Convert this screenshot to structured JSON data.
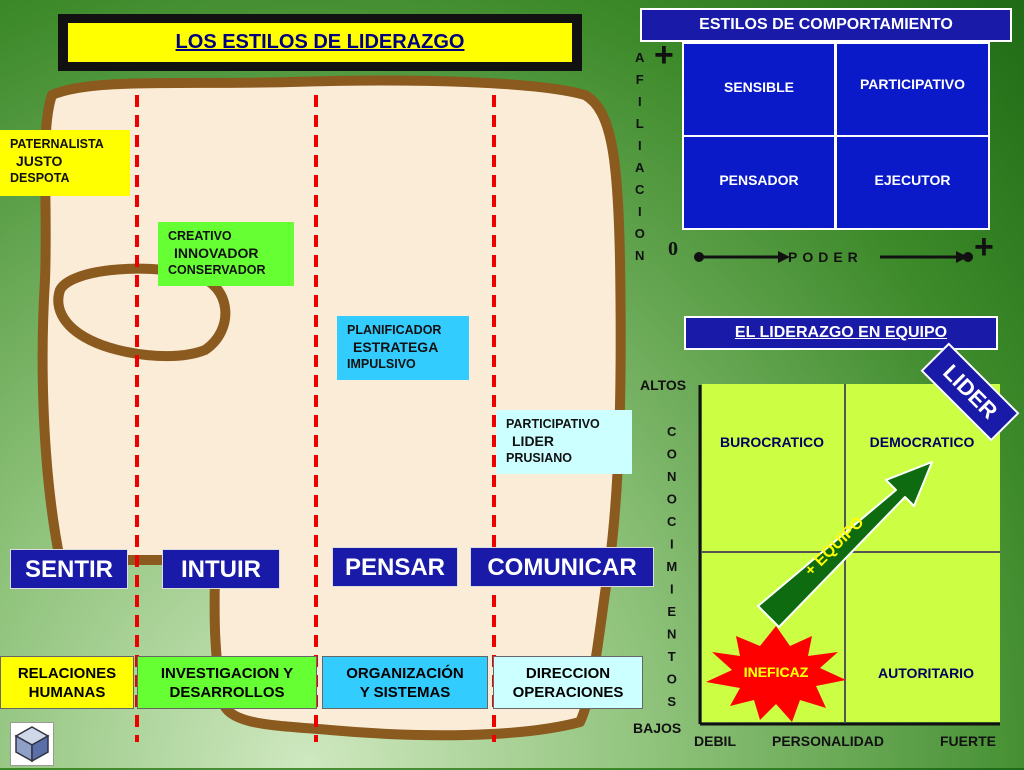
{
  "title": "LOS ESTILOS DE LIDERAZGO",
  "traits": [
    {
      "lines": [
        "PATERNALISTA",
        "JUSTO",
        "DESPOTA"
      ],
      "color": "#ffff00"
    },
    {
      "lines": [
        "CREATIVO",
        "INNOVADOR",
        "CONSERVADOR"
      ],
      "color": "#66ff33"
    },
    {
      "lines": [
        "PLANIFICADOR",
        "ESTRATEGA",
        "IMPULSIVO"
      ],
      "color": "#33ccff"
    },
    {
      "lines": [
        "PARTICIPATIVO",
        "LIDER",
        "PRUSIANO"
      ],
      "color": "#ccffff"
    }
  ],
  "dimensions": [
    "SENTIR",
    "INTUIR",
    "PENSAR",
    "COMUNICAR"
  ],
  "areas": [
    {
      "lines": [
        "RELACIONES",
        "HUMANAS"
      ],
      "color": "#ffff00"
    },
    {
      "lines": [
        "INVESTIGACION Y",
        "DESARROLLOS"
      ],
      "color": "#66ff33"
    },
    {
      "lines": [
        "ORGANIZACIÓN",
        "Y SISTEMAS"
      ],
      "color": "#33ccff"
    },
    {
      "lines": [
        "DIRECCION",
        "OPERACIONES"
      ],
      "color": "#ccffff"
    }
  ],
  "comportamiento": {
    "title": "ESTILOS DE COMPORTAMIENTO",
    "cells": [
      "SENSIBLE",
      "PARTICIPATIVO",
      "PENSADOR",
      "EJECUTOR"
    ],
    "y_axis": "AFILIACION",
    "x_axis": "PODER",
    "plus": "+",
    "zero": "0"
  },
  "equipo": {
    "title": "EL LIDERAZGO EN EQUIPO",
    "cells": [
      "BUROCRATICO",
      "DEMOCRATICO",
      "INEFICAZ",
      "AUTORITARIO"
    ],
    "y_axis": "CONOCIMIENTOS",
    "y_high": "ALTOS",
    "y_low": "BAJOS",
    "x_low": "DEBIL",
    "x_mid": "PERSONALIDAD",
    "x_high": "FUERTE",
    "arrow_label": "+ EQUIPO",
    "corner_label": "LIDER"
  },
  "colors": {
    "nav_blue": "#1a1aa8",
    "grid_blue": "#0a1ac8",
    "lime": "#ccff44",
    "red_star": "#ff0000",
    "arrow_green": "#0f6b0f",
    "red_dashes": "#ee0000"
  }
}
